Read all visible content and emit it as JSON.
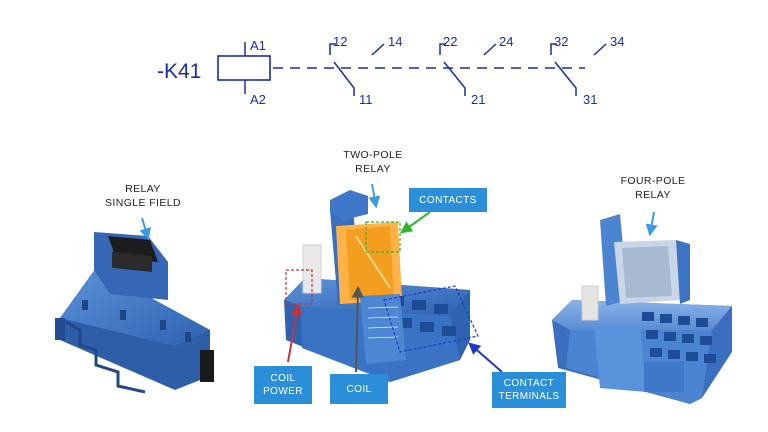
{
  "schematic": {
    "designator": "-K41",
    "coil_terminals": [
      "A1",
      "A2"
    ],
    "contacts": [
      {
        "left_top": "12",
        "right_top": "14",
        "bottom": "11"
      },
      {
        "left_top": "22",
        "right_top": "24",
        "bottom": "21"
      },
      {
        "left_top": "32",
        "right_top": "34",
        "bottom": "31"
      }
    ]
  },
  "captions": {
    "single_field": [
      "RELAY",
      "SINGLE FIELD"
    ],
    "two_pole": [
      "TWO-POLE",
      "RELAY"
    ],
    "four_pole": [
      "FOUR-POLE",
      "RELAY"
    ]
  },
  "callouts": {
    "contacts": "CONTACTS",
    "coil_power": [
      "COIL",
      "POWER"
    ],
    "coil": "COIL",
    "contact_terminals": [
      "CONTACT",
      "TERMINALS"
    ]
  },
  "colors": {
    "schematic": "#1d2ca3",
    "relay_body": "#3d78c9",
    "callout_box": "#2a8fd8",
    "arrow_contacts": "#2fb52f",
    "arrow_coil_power": "#c0343b",
    "arrow_coil": "#555555",
    "arrow_terminals": "#2038c9"
  }
}
